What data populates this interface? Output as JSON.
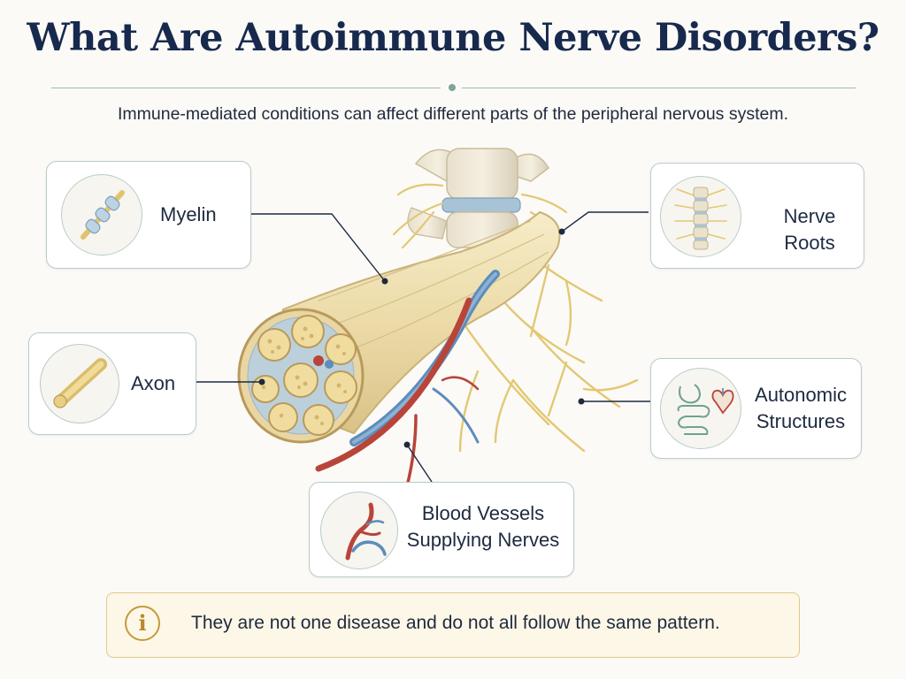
{
  "title": "What Are Autoimmune Nerve Disorders?",
  "subtitle": "Immune-mediated conditions can affect different parts of the peripheral nervous system.",
  "labels": {
    "myelin": "Myelin",
    "axon": "Axon",
    "nerve_roots": "Nerve Roots",
    "autonomic_line1": "Autonomic",
    "autonomic_line2": "Structures",
    "blood_line1": "Blood Vessels",
    "blood_line2": "Supplying Nerves"
  },
  "note": {
    "text": "They are not one disease and do not all follow the same pattern.",
    "icon": "info-icon"
  },
  "colors": {
    "title": "#17294d",
    "box_border": "#b9ccca",
    "nerve": "#efdca7",
    "artery": "#b8443a",
    "vein": "#5d8dbb",
    "note_border": "#e1c98e"
  }
}
